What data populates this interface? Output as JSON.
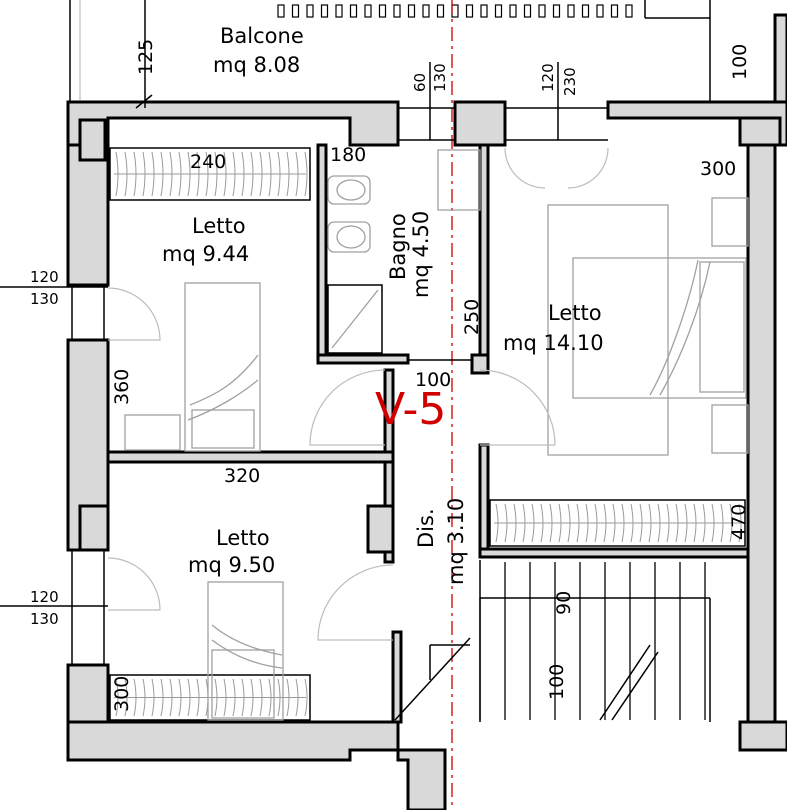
{
  "colors": {
    "wall": "#d9d9d9",
    "line": "#000000",
    "unit_label": "#d00000",
    "axis": "#d00000"
  },
  "unit_label": "V-5",
  "rooms": {
    "balcone": {
      "name": "Balcone",
      "area": "mq  8.08"
    },
    "letto_1": {
      "name": "Letto",
      "area": "mq  9.44"
    },
    "bagno": {
      "name": "Bagno",
      "area": "mq  4.50"
    },
    "letto_2": {
      "name": "Letto",
      "area": "mq  14.10"
    },
    "letto_3": {
      "name": "Letto",
      "area": "mq  9.50"
    },
    "dis": {
      "name": "Dis.",
      "area": "mq  3.10"
    }
  },
  "dimensions": {
    "balcone_depth": "125",
    "right_top": "100",
    "win_bagno_top": "60",
    "win_bagno_bottom": "130",
    "win_letto2_top": "120",
    "win_letto2_bottom": "230",
    "wardrobe_1": "240",
    "bagno_width": "180",
    "letto2_width": "300",
    "win_left_1_top": "120",
    "win_left_1_bottom": "130",
    "bagno_depth": "250",
    "door_width": "100",
    "letto1_depth": "360",
    "wardrobe_3": "320",
    "letto2_depth": "470",
    "win_left_2_top": "120",
    "win_left_2_bottom": "130",
    "stair_flight": "90",
    "stair_landing": "100",
    "letto3_depth": "300"
  }
}
